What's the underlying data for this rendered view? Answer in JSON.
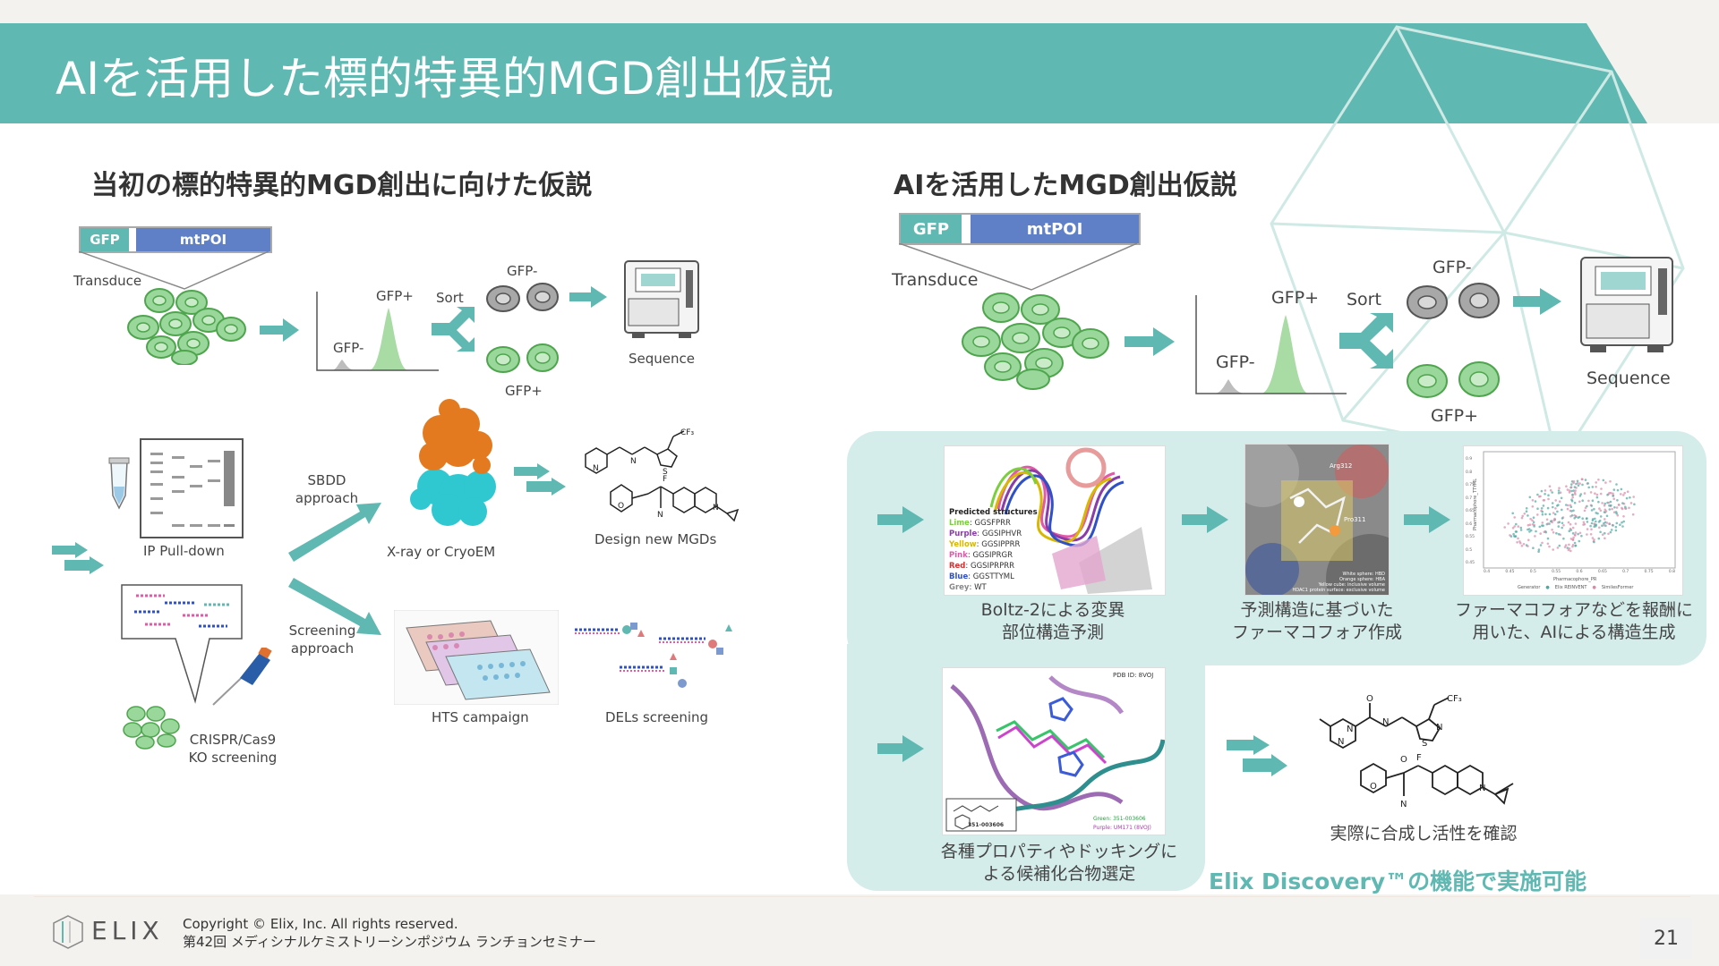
{
  "header": {
    "title": "AIを活用した標的特異的MGD創出仮説"
  },
  "left": {
    "section_title": "当初の標的特異的MGD創出に向けた仮説",
    "construct": {
      "gfp": "GFP",
      "poi": "mtPOI"
    },
    "transduce": "Transduce",
    "hist_gfp_minus": "GFP-",
    "hist_gfp_plus": "GFP+",
    "sort": "Sort",
    "sorted_minus": "GFP-",
    "sorted_plus": "GFP+",
    "sequence": "Sequence",
    "ip_pulldown": "IP Pull-down",
    "crispr_line1": "CRISPR/Cas9",
    "crispr_line2": "KO screening",
    "sbdd_line1": "SBDD",
    "sbdd_line2": "approach",
    "xray": "X-ray or CryoEM",
    "screening_line1": "Screening",
    "screening_line2": "approach",
    "hts": "HTS campaign",
    "design_new": "Design new MGDs",
    "dels": "DELs screening"
  },
  "right": {
    "section_title": "AIを活用したMGD創出仮説",
    "construct": {
      "gfp": "GFP",
      "poi": "mtPOI"
    },
    "transduce": "Transduce",
    "hist_gfp_minus": "GFP-",
    "hist_gfp_plus": "GFP+",
    "sort": "Sort",
    "sorted_minus": "GFP-",
    "sorted_plus": "GFP+",
    "sequence": "Sequence",
    "boltz_caption_1": "Boltz-2による変異",
    "boltz_caption_2": "部位構造予測",
    "pharm_caption_1": "予測構造に基づいた",
    "pharm_caption_2": "ファーマコフォア作成",
    "gen_caption_1": "ファーマコフォアなどを報酬に",
    "gen_caption_2": "用いた、AIによる構造生成",
    "dock_caption_1": "各種プロパティやドッキングに",
    "dock_caption_2": "よる候補化合物選定",
    "synth_caption": "実際に合成し活性を確認",
    "elix_note": "Elix Discovery™の機能で実施可能",
    "boltz_legend": {
      "title": "Predicted structures",
      "items": [
        {
          "color": "Lime",
          "seq": "GGSFPRR",
          "hex": "#7ccf3c"
        },
        {
          "color": "Purple",
          "seq": "GGSIPHVR",
          "hex": "#8a3ca8"
        },
        {
          "color": "Yellow",
          "seq": "GGSIPPRR",
          "hex": "#d8b800"
        },
        {
          "color": "Pink",
          "seq": "GGSIPRGR",
          "hex": "#e05aa8"
        },
        {
          "color": "Red",
          "seq": "GGSIPRPRR",
          "hex": "#d83030"
        },
        {
          "color": "Blue",
          "seq": "GGSTTYML",
          "hex": "#3050c8"
        },
        {
          "color": "Grey",
          "seq": "WT",
          "hex": "#888888"
        }
      ]
    },
    "pocket_labels": {
      "res1": "Arg312",
      "res2": "Pro311"
    },
    "pocket_legend": [
      "White sphere: HBD",
      "Orange sphere: HBA",
      "Yellow cube: inclusive volume",
      "HDAC1 protein surface: exclusive volume"
    ],
    "dock_pdb": "PDB ID: 8VOJ",
    "dock_compound": "351-003606",
    "dock_green": "Green: 351-003606",
    "dock_purple": "Purple: UM171 (8VOJ)",
    "scatter": {
      "xlabel": "Pharmacophore_PR",
      "ylabel": "Pharmacophore_TTYML",
      "xticks": [
        "0.4",
        "0.45",
        "0.5",
        "0.55",
        "0.6",
        "0.65",
        "0.7",
        "0.75",
        "0.8"
      ],
      "yticks": [
        "0.9",
        "0.8",
        "0.75",
        "0.7",
        "0.65",
        "0.6",
        "0.55",
        "0.5",
        "0.45"
      ],
      "legend_title": "Generator",
      "legend_a": "Elix REINVENT",
      "legend_b": "SimilesFormer"
    }
  },
  "footer": {
    "logo": "ELIX",
    "copyright": "Copyright © Elix, Inc. All rights reserved.",
    "event": "第42回 メディシナルケミストリーシンポジウム ランチョンセミナー",
    "page": "21"
  },
  "colors": {
    "teal": "#5fb8b1",
    "panel": "#d4ecea",
    "construct_blue": "#5f80c6",
    "cell_green": "#7fcc7a",
    "cell_gray": "#9a9a9a",
    "orange_protein": "#e37a1f",
    "cyan_protein": "#2fc7d0"
  }
}
